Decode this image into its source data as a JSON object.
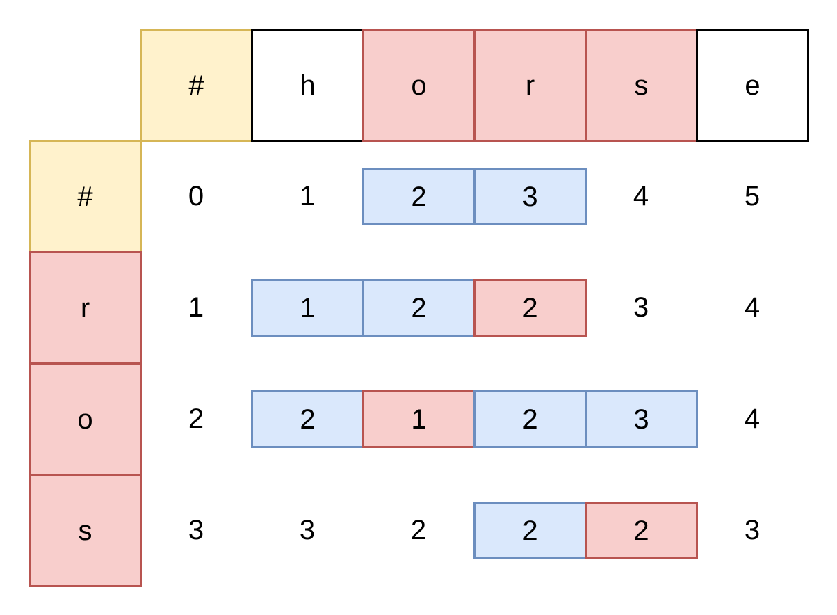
{
  "colors": {
    "yellow_fill": "#fff2cc",
    "yellow_border": "#d6b656",
    "red_fill": "#f8cecc",
    "red_border": "#b85450",
    "blue_fill": "#dae8fc",
    "blue_border": "#6c8ebf",
    "plain_border": "#000000",
    "text": "#000000"
  },
  "word_top": [
    {
      "label": "#",
      "style": "yellow"
    },
    {
      "label": "h",
      "style": "plain"
    },
    {
      "label": "o",
      "style": "red"
    },
    {
      "label": "r",
      "style": "red"
    },
    {
      "label": "s",
      "style": "red"
    },
    {
      "label": "e",
      "style": "plain"
    }
  ],
  "word_left": [
    {
      "label": "#",
      "style": "yellow"
    },
    {
      "label": "r",
      "style": "red"
    },
    {
      "label": "o",
      "style": "red"
    },
    {
      "label": "s",
      "style": "red"
    }
  ],
  "dp_rows": [
    {
      "cells": [
        {
          "value": "0",
          "style": "none"
        },
        {
          "value": "1",
          "style": "none"
        },
        {
          "value": "2",
          "style": "blue"
        },
        {
          "value": "3",
          "style": "blue"
        },
        {
          "value": "4",
          "style": "none"
        },
        {
          "value": "5",
          "style": "none"
        }
      ]
    },
    {
      "cells": [
        {
          "value": "1",
          "style": "none"
        },
        {
          "value": "1",
          "style": "blue"
        },
        {
          "value": "2",
          "style": "blue"
        },
        {
          "value": "2",
          "style": "red"
        },
        {
          "value": "3",
          "style": "none"
        },
        {
          "value": "4",
          "style": "none"
        }
      ]
    },
    {
      "cells": [
        {
          "value": "2",
          "style": "none"
        },
        {
          "value": "2",
          "style": "blue"
        },
        {
          "value": "1",
          "style": "red"
        },
        {
          "value": "2",
          "style": "blue"
        },
        {
          "value": "3",
          "style": "blue"
        },
        {
          "value": "4",
          "style": "none"
        }
      ]
    },
    {
      "cells": [
        {
          "value": "3",
          "style": "none"
        },
        {
          "value": "3",
          "style": "none"
        },
        {
          "value": "2",
          "style": "none"
        },
        {
          "value": "2",
          "style": "blue"
        },
        {
          "value": "2",
          "style": "red"
        },
        {
          "value": "3",
          "style": "none"
        }
      ]
    }
  ]
}
